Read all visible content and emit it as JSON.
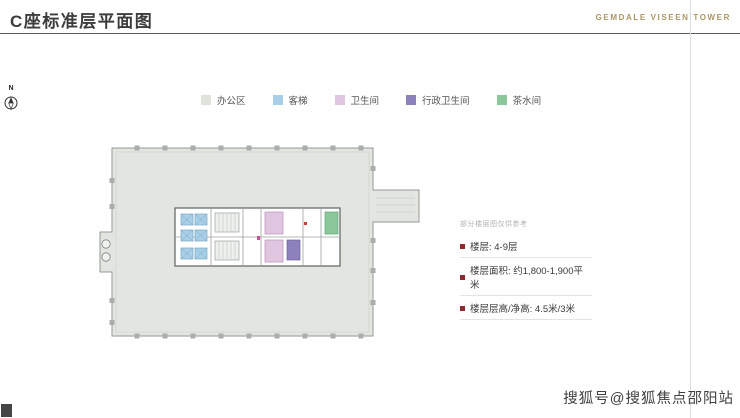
{
  "header": {
    "title": "C座标准层平面图",
    "brand": "GEMDALE VISEEN TOWER"
  },
  "compass": {
    "label": "N"
  },
  "legend": {
    "items": [
      {
        "label": "办公区",
        "color": "#dfe3da"
      },
      {
        "label": "客梯",
        "color": "#a9cfe6"
      },
      {
        "label": "卫生间",
        "color": "#e0c6e0"
      },
      {
        "label": "行政卫生间",
        "color": "#8e80bd"
      },
      {
        "label": "茶水间",
        "color": "#8cc79b"
      }
    ]
  },
  "floorplan": {
    "colors": {
      "office": "#e3e6e0",
      "outline": "#939a96",
      "core_wall": "#666d6a",
      "elevator": "#a9cfe6",
      "restroom": "#e0c6e0",
      "executive_restroom": "#8e80bd",
      "pantry": "#8cc79b"
    }
  },
  "info": {
    "note": "部分楼层图仅供参考",
    "bullet_color": "#8f2a2e",
    "rows": [
      "楼层: 4-9层",
      "楼层面积: 约1,800-1,900平米",
      "楼层层高/净高: 4.5米/3米"
    ]
  },
  "watermark": "搜狐号@搜狐焦点邵阳站"
}
